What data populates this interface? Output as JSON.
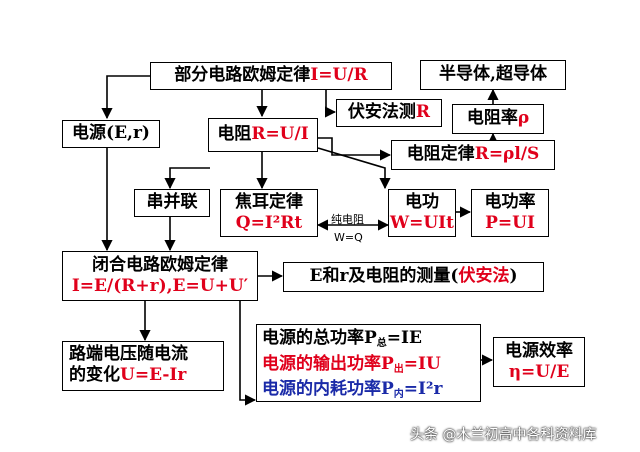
{
  "nodes": {
    "partial_ohm": {
      "text": "部分电路欧姆定律",
      "formula": "I=U/R"
    },
    "semiconductor": {
      "text": "半导体,超导体"
    },
    "power_source": {
      "text": "电源(E,r)"
    },
    "resistance": {
      "text": "电阻",
      "formula": "R=U/I"
    },
    "voltammetry": {
      "text": "伏安法测",
      "formula": "R"
    },
    "resistivity": {
      "text": "电阻率",
      "formula": "ρ"
    },
    "resistance_law": {
      "text": "电阻定律",
      "formula": "R=ρl/S"
    },
    "series_parallel": {
      "text": "串并联"
    },
    "joule": {
      "text": "焦耳定律",
      "formula": "Q=I²Rt"
    },
    "work": {
      "text": "电功",
      "formula": "W=UIt"
    },
    "power": {
      "text": "电功率",
      "formula": "P=UI"
    },
    "closed_ohm": {
      "text": "闭合电路欧姆定律",
      "formula": "I=E/(R+r),E=U+U′"
    },
    "measurement": {
      "text": "E和r及电阻的测量(",
      "highlight": "伏安法",
      "suffix": ")"
    },
    "terminal_voltage": {
      "line1": "路端电压随电流",
      "line2": "的变化",
      "formula": "U=E-Ir"
    },
    "source_powers": {
      "total": {
        "text": "电源的总功率P",
        "sub": "总",
        "eq": "=IE"
      },
      "output": {
        "text": "电源的输出功率P",
        "sub": "出",
        "eq": "=IU"
      },
      "internal": {
        "text": "电源的内耗功率P",
        "sub": "内",
        "eq": "=I²r"
      }
    },
    "efficiency": {
      "text": "电源效率",
      "formula": "η=U/E"
    }
  },
  "edge_label": {
    "line1": "纯电阻",
    "line2": "W=Q"
  },
  "watermark": "头条 @木兰初高中各科资料库",
  "colors": {
    "formula_red": "#e0001b",
    "formula_blue": "#1a2aa8",
    "line": "#000000"
  }
}
